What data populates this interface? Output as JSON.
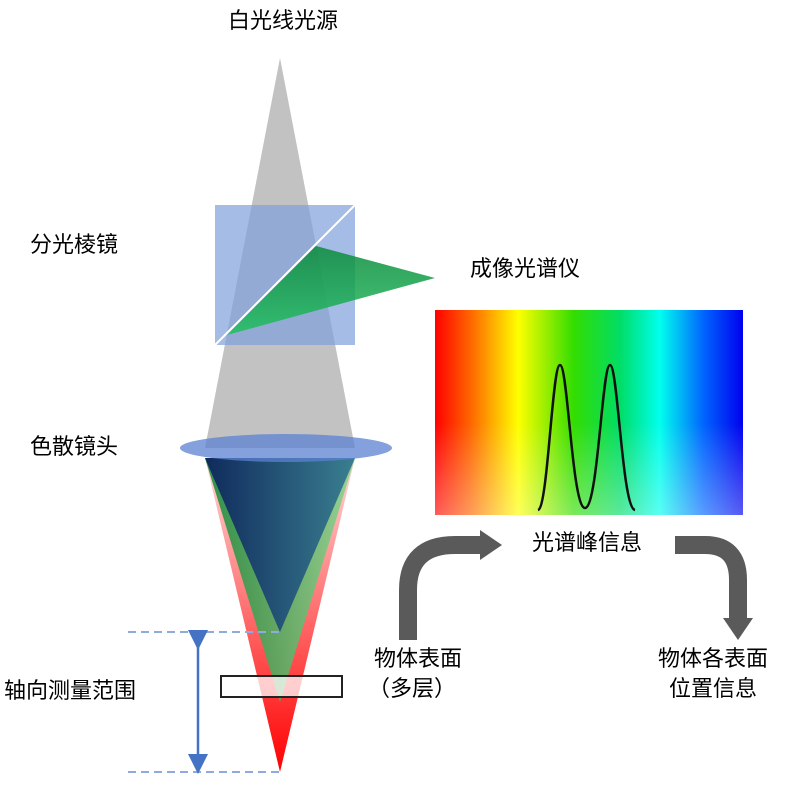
{
  "labels": {
    "source": "白光线光源",
    "prism": "分光棱镜",
    "spectrometer": "成像光谱仪",
    "lens": "色散镜头",
    "peak_info": "光谱峰信息",
    "surface_line1": "物体表面",
    "surface_line2": "（多层）",
    "position_line1": "物体各表面",
    "position_line2": "位置信息",
    "axial_range": "轴向测量范围"
  },
  "colors": {
    "prism": "#7f9fdc",
    "lens": "#5b82d2",
    "arrow": "#5a5a5a",
    "range": "#4472c4"
  }
}
